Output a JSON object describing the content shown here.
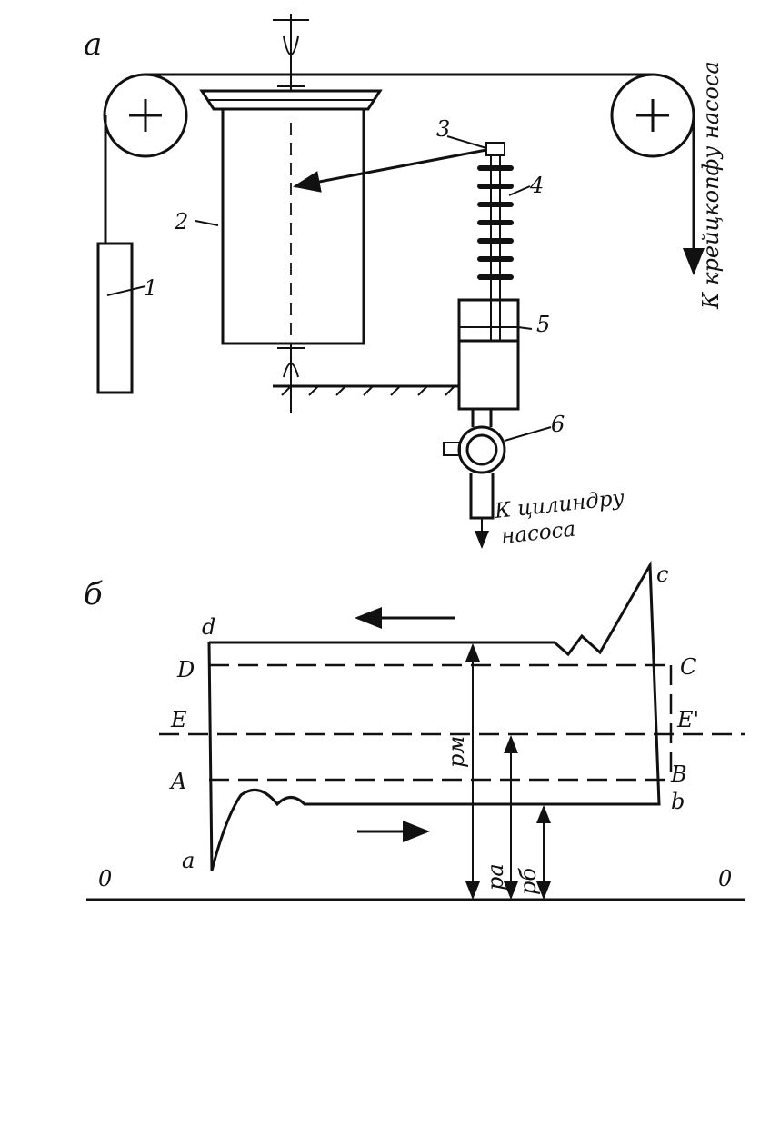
{
  "panel_a": {
    "label": "а",
    "parts": [
      "1",
      "2",
      "3",
      "4",
      "5",
      "6"
    ],
    "crosshead_label": "К крейцкопфу насоса",
    "cylinder_label_1": "К цилиндру",
    "cylinder_label_2": "насоса"
  },
  "panel_b": {
    "label": "б",
    "points": {
      "d": "d",
      "D": "D",
      "C": "C",
      "c": "c",
      "E": "E",
      "E2": "E'",
      "A": "A",
      "B": "B",
      "b": "b",
      "a": "a",
      "O1": "0",
      "O2": "0"
    },
    "pressures": {
      "pm": "pм",
      "pa": "pа",
      "pb": "pб"
    }
  }
}
